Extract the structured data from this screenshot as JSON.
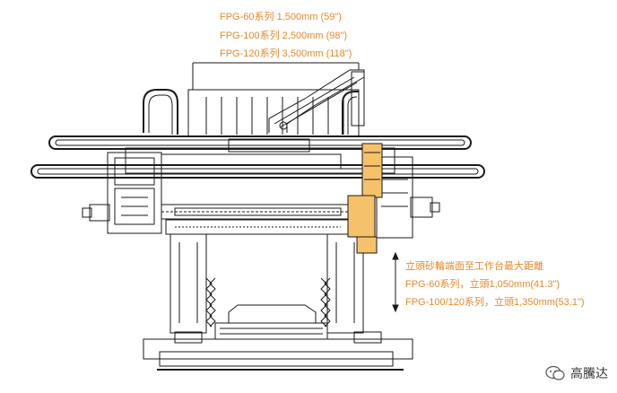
{
  "top_labels": [
    "FPG-60系列  1,500mm (59\")",
    "FPG-100系列   2,500mm (98\")",
    "FPG-120系列  3,500mm (118\")"
  ],
  "side_labels": {
    "heading": "立頭砂輪端面至工作台最大距離",
    "line1": "FPG-60系列，立頭1,050mm(41.3\")",
    "line2": "FPG-100/120系列，立頭1,350mm(53.1\")"
  },
  "watermark": {
    "text": "高騰达",
    "icon": "wechat-icon"
  },
  "colors": {
    "accent": "#e8892a",
    "highlight_fill": "#f5c26b",
    "line": "#1a1a1a"
  }
}
